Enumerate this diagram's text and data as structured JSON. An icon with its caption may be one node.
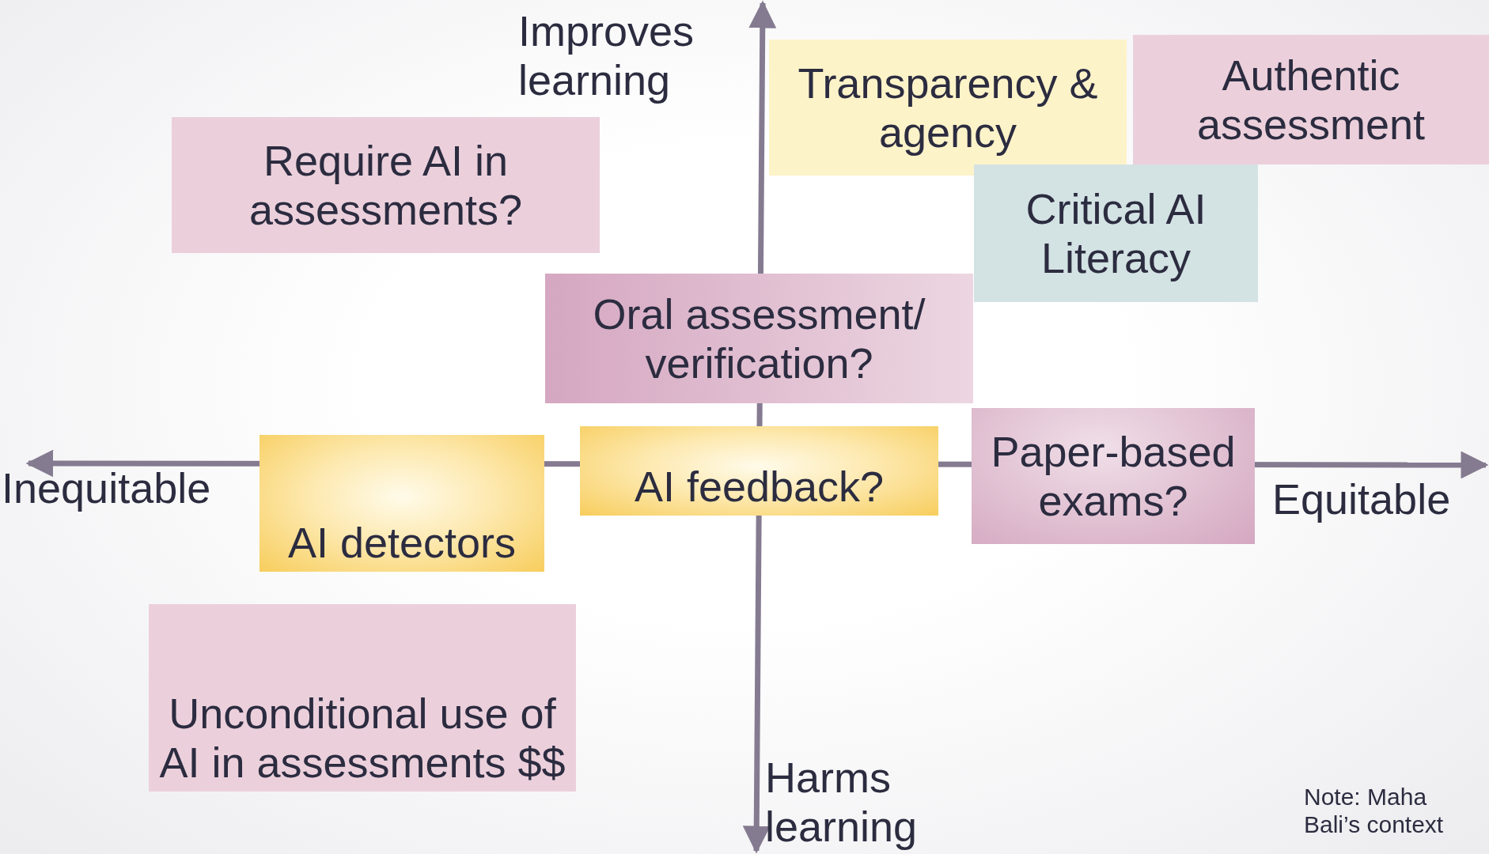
{
  "diagram": {
    "nodes": [
      {
        "text": [
          "Transparency & agency"
        ]
      },
      {
        "text": [
          "Authentic assessment"
        ]
      },
      {
        "text": [
          "Require AI in assessments?"
        ]
      },
      {
        "text": [
          "Critical AI Literacy"
        ]
      },
      {
        "text": [
          "Oral assessment/ verification?"
        ]
      },
      {
        "text": [
          "AI detectors"
        ]
      },
      {
        "text": [
          "AI feedback?"
        ]
      },
      {
        "text": [
          "Paper-based exams?"
        ]
      },
      {
        "text": [
          "Unconditional use of AI in assessments $$"
        ]
      }
    ],
    "labels": [
      "Improves learning",
      "Inequitable",
      "Equitable",
      "Harms learning",
      "Note: Maha Bali’s context"
    ]
  }
}
